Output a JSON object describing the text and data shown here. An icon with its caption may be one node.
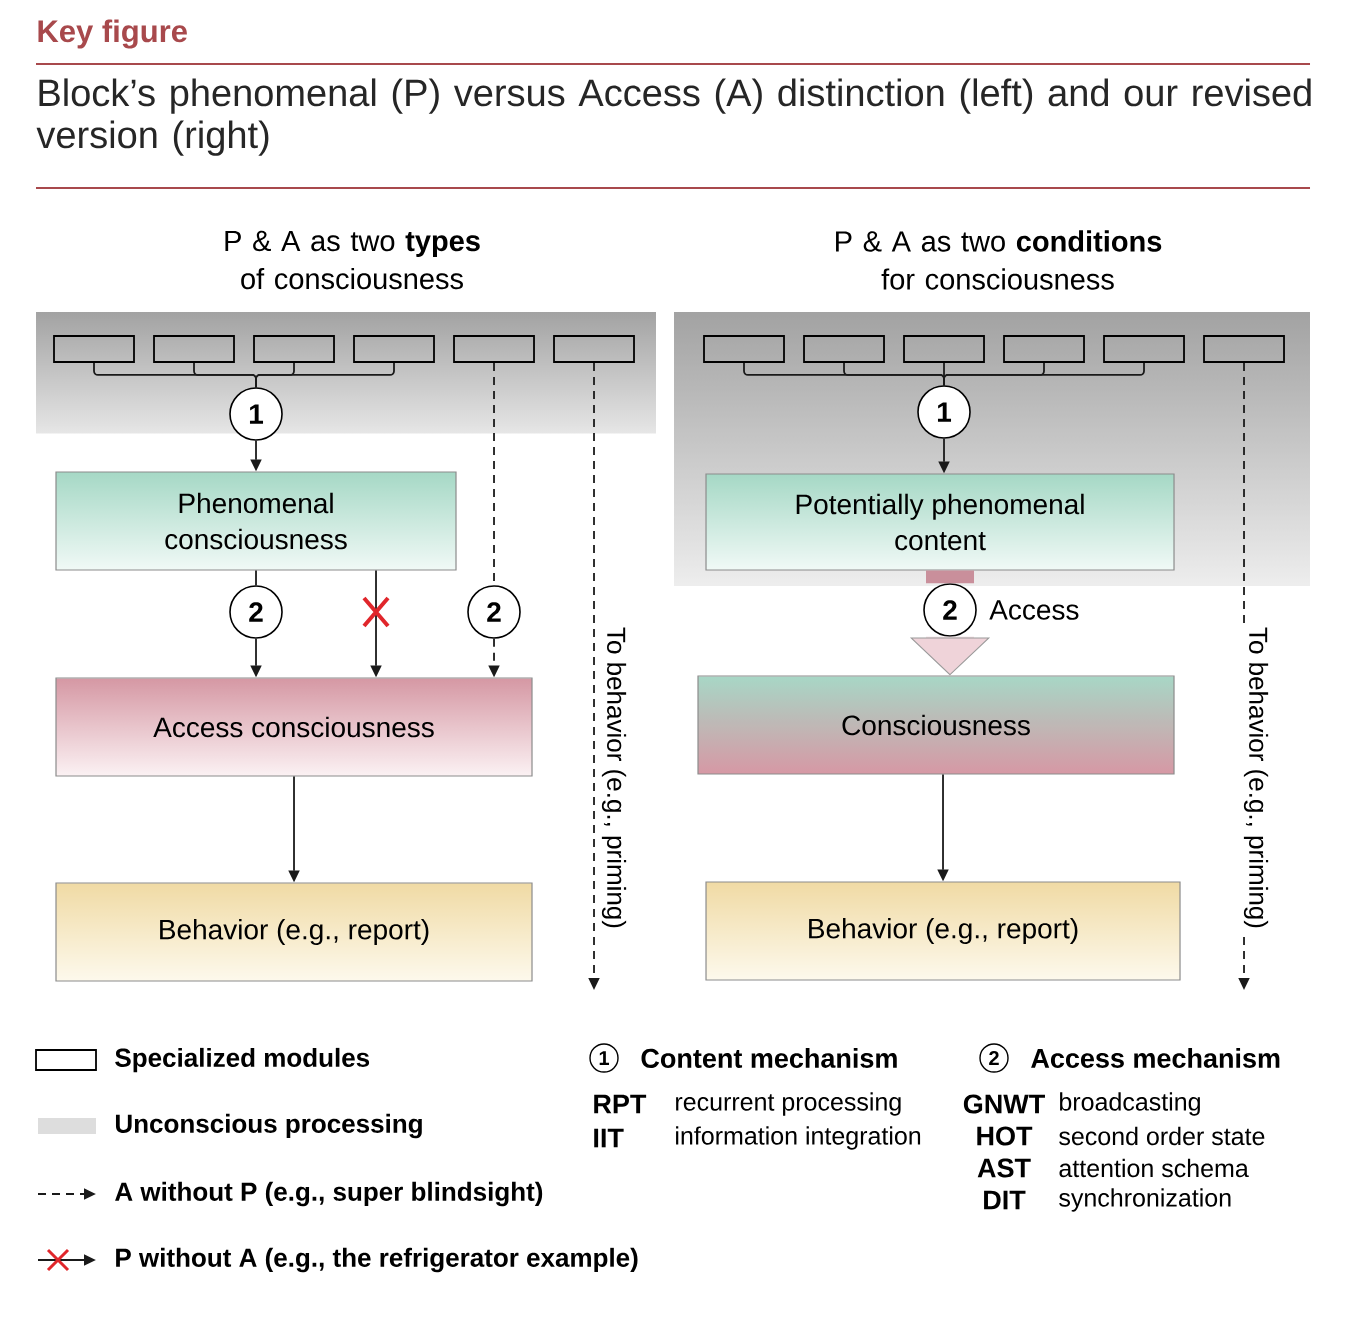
{
  "diagram": {
    "title": "Block’s phenomenal (P) versus Access (A) distinction (left) and our revised version (right)",
    "nodes": [
      {
        "text": [],
        "shape": "box"
      },
      {
        "text": [],
        "shape": "box"
      },
      {
        "text": [],
        "shape": "box"
      },
      {
        "text": [],
        "shape": "box"
      },
      {
        "text": [],
        "shape": "box"
      },
      {
        "text": [],
        "shape": "box"
      },
      {
        "text": [
          "1"
        ]
      },
      {
        "text": [
          "Phenomenal consciousness"
        ]
      },
      {
        "text": [
          "2"
        ]
      },
      {
        "text": [
          "2"
        ]
      },
      {
        "text": [
          "Access consciousness"
        ]
      },
      {
        "text": [
          "Behavior (e.g., report)"
        ]
      },
      {
        "text": [],
        "shape": "box"
      },
      {
        "text": [],
        "shape": "box"
      },
      {
        "text": [],
        "shape": "box"
      },
      {
        "text": [],
        "shape": "box"
      },
      {
        "text": [],
        "shape": "box"
      },
      {
        "text": [],
        "shape": "box"
      },
      {
        "text": [
          "1"
        ]
      },
      {
        "text": [
          "Potentially phenomenal content"
        ]
      },
      {
        "text": [
          "2"
        ],
        "beside": [
          "Access"
        ]
      },
      {
        "text": [
          "Consciousness"
        ]
      },
      {
        "text": [
          "Behavior (e.g., report)"
        ]
      }
    ],
    "edges": [
      {
        "from": 0,
        "to": 6,
        "arrow": "none"
      },
      {
        "from": 1,
        "to": 6,
        "arrow": "none"
      },
      {
        "from": 2,
        "to": 6,
        "arrow": "none"
      },
      {
        "from": 3,
        "to": 6,
        "arrow": "none"
      },
      {
        "from": 6,
        "to": 7,
        "arrow": "to"
      },
      {
        "from": 7,
        "to": 8,
        "arrow": "none"
      },
      {
        "from": 8,
        "to": 10,
        "arrow": "to"
      },
      {
        "from": 7,
        "to": 10,
        "arrow": "to"
      },
      {
        "from": 4,
        "to": 9,
        "arrow": "none",
        "style": "dashed"
      },
      {
        "from": 9,
        "to": 10,
        "arrow": "to",
        "style": "dashed"
      },
      {
        "from": 5,
        "to": null,
        "arrow": "to",
        "style": "dashed",
        "label": "To behavior (e.g., priming)"
      },
      {
        "from": 10,
        "to": 11,
        "arrow": "to"
      },
      {
        "from": 12,
        "to": 18,
        "arrow": "none"
      },
      {
        "from": 13,
        "to": 18,
        "arrow": "none"
      },
      {
        "from": 14,
        "to": 18,
        "arrow": "none"
      },
      {
        "from": 15,
        "to": 18,
        "arrow": "none"
      },
      {
        "from": 16,
        "to": 18,
        "arrow": "none"
      },
      {
        "from": 18,
        "to": 19,
        "arrow": "to"
      },
      {
        "from": 19,
        "to": 20,
        "arrow": "none",
        "style": "thick",
        "color": "#c98f9b"
      },
      {
        "from": 20,
        "to": 21,
        "arrow": "to",
        "style": "thick",
        "color": "#efd3d9"
      },
      {
        "from": 17,
        "to": null,
        "arrow": "to",
        "style": "dashed",
        "label": "To behavior (e.g., priming)"
      },
      {
        "from": 21,
        "to": 22,
        "arrow": "to"
      }
    ],
    "labels": [
      "Key figure",
      "P & A as two **types** of consciousness",
      "P & A as two **conditions** for consciousness",
      "1",
      "Content mechanism",
      "RPT",
      "recurrent processing",
      "IIT",
      "information integration",
      "2",
      "Access mechanism",
      "GNWT",
      "broadcasting",
      "HOT",
      "second order state",
      "AST",
      "attention schema",
      "DIT",
      "synchronization"
    ],
    "legend": [
      {
        "text": "Specialized modules"
      },
      {
        "text": "Unconscious processing",
        "color": "#dddddd"
      },
      {
        "text": "A without P (e.g., super blindsight)"
      },
      {
        "text": "P without A (e.g., the refrigerator example)"
      }
    ]
  }
}
